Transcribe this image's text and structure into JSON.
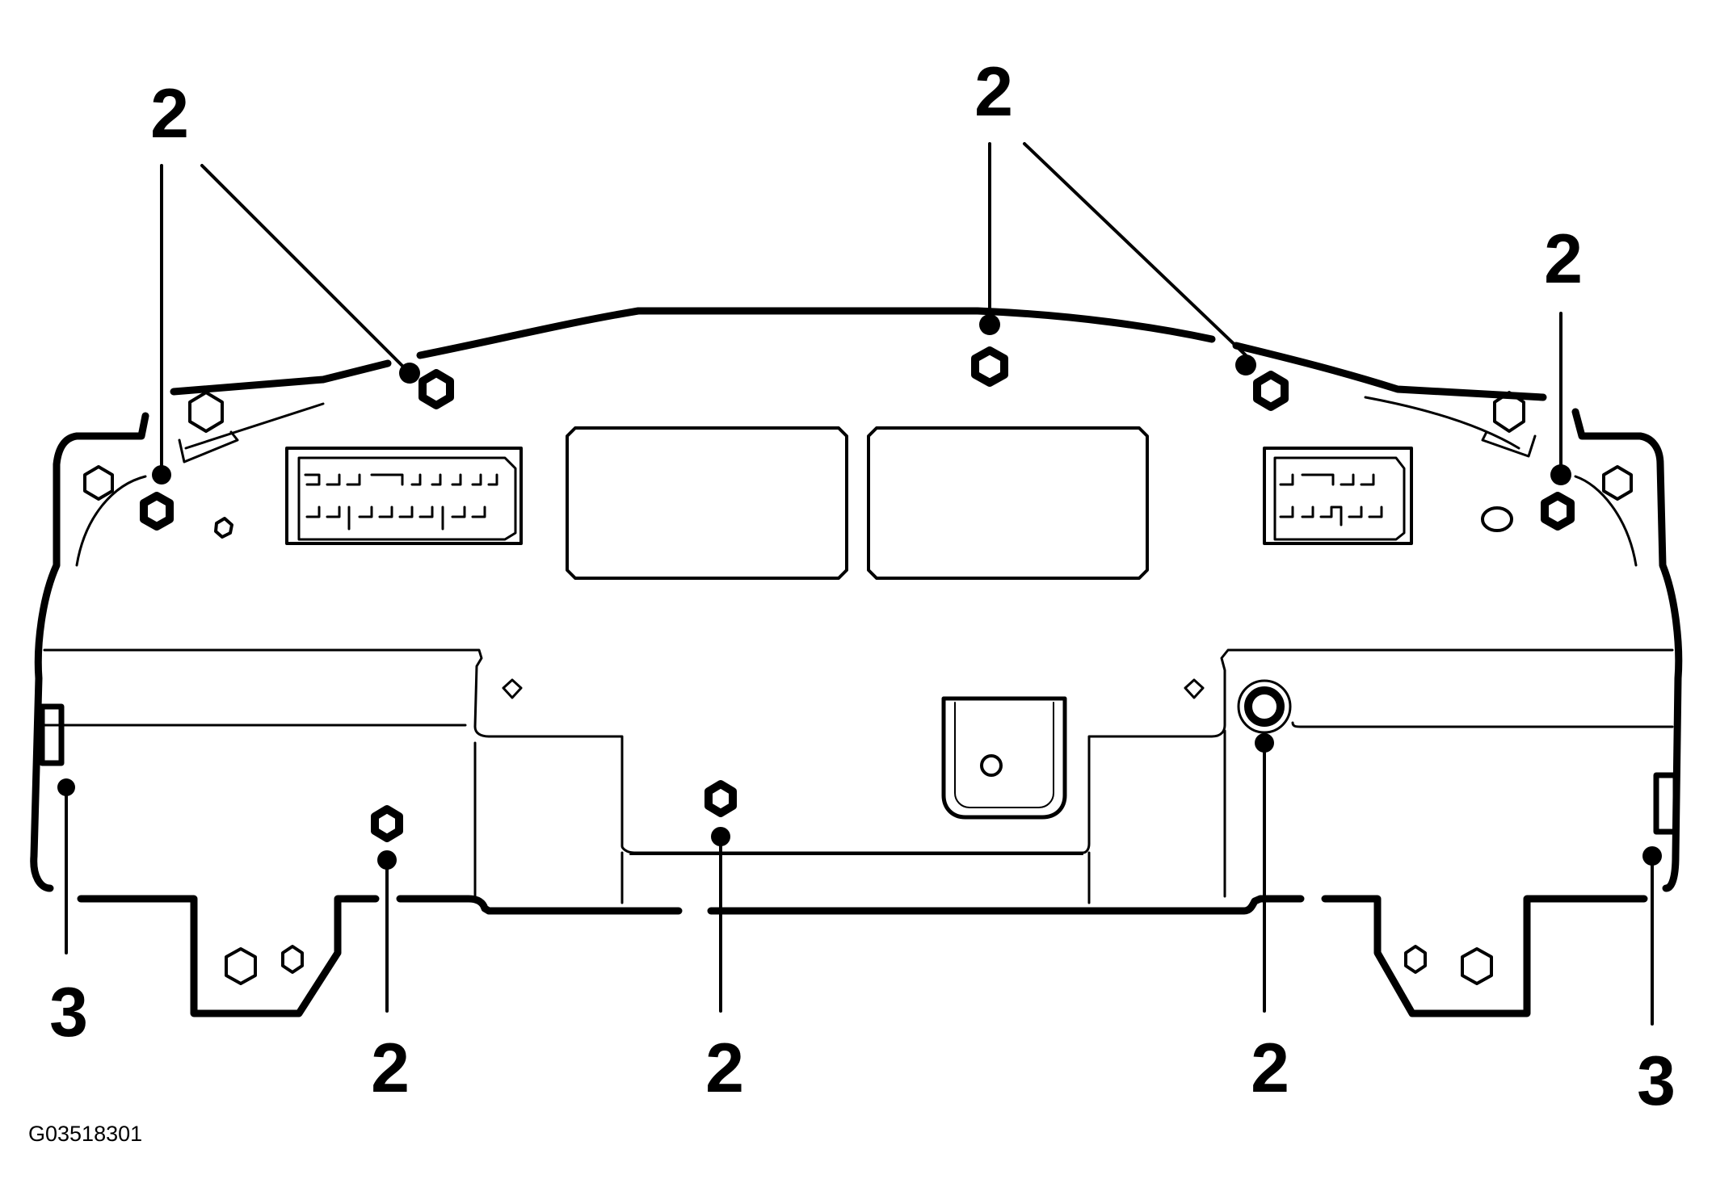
{
  "figure_id": "G03518301",
  "callouts": {
    "top_left_a": "2",
    "top_center": "2",
    "top_right_a": "2",
    "bottom_a": "2",
    "bottom_b": "2",
    "bottom_c": "2",
    "left_3": "3",
    "right_3": "3"
  },
  "colors": {
    "ink": "#000000",
    "paper": "#ffffff"
  }
}
